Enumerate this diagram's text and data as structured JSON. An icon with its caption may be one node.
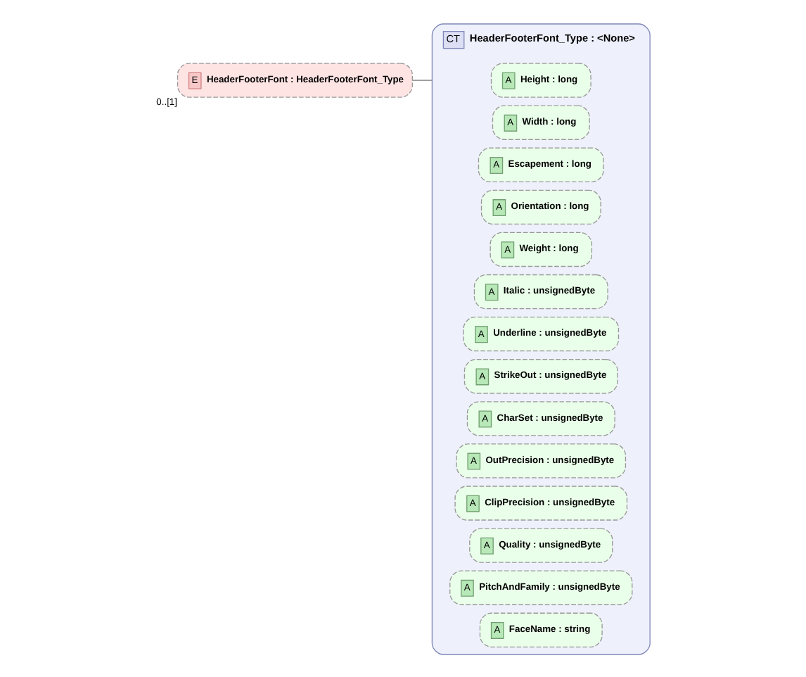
{
  "diagram": {
    "nodes": [
      {
        "text": [
          "E",
          "HeaderFooterFont : HeaderFooterFont_Type"
        ],
        "beside": [
          "0..[1]"
        ]
      },
      {
        "text": [
          "CT",
          "HeaderFooterFont_Type : <None>"
        ]
      },
      {
        "text": [
          "A",
          "Height : long"
        ],
        "in": 1
      },
      {
        "text": [
          "A",
          "Width : long"
        ],
        "in": 1
      },
      {
        "text": [
          "A",
          "Escapement : long"
        ],
        "in": 1
      },
      {
        "text": [
          "A",
          "Orientation : long"
        ],
        "in": 1
      },
      {
        "text": [
          "A",
          "Weight : long"
        ],
        "in": 1
      },
      {
        "text": [
          "A",
          "Italic : unsignedByte"
        ],
        "in": 1
      },
      {
        "text": [
          "A",
          "Underline : unsignedByte"
        ],
        "in": 1
      },
      {
        "text": [
          "A",
          "StrikeOut : unsignedByte"
        ],
        "in": 1
      },
      {
        "text": [
          "A",
          "CharSet : unsignedByte"
        ],
        "in": 1
      },
      {
        "text": [
          "A",
          "OutPrecision : unsignedByte"
        ],
        "in": 1
      },
      {
        "text": [
          "A",
          "ClipPrecision : unsignedByte"
        ],
        "in": 1
      },
      {
        "text": [
          "A",
          "Quality : unsignedByte"
        ],
        "in": 1
      },
      {
        "text": [
          "A",
          "PitchAndFamily : unsignedByte"
        ],
        "in": 1
      },
      {
        "text": [
          "A",
          "FaceName : string"
        ],
        "in": 1
      }
    ],
    "edges": [
      {
        "from": 0,
        "to": 1,
        "arrow": "none"
      }
    ]
  }
}
